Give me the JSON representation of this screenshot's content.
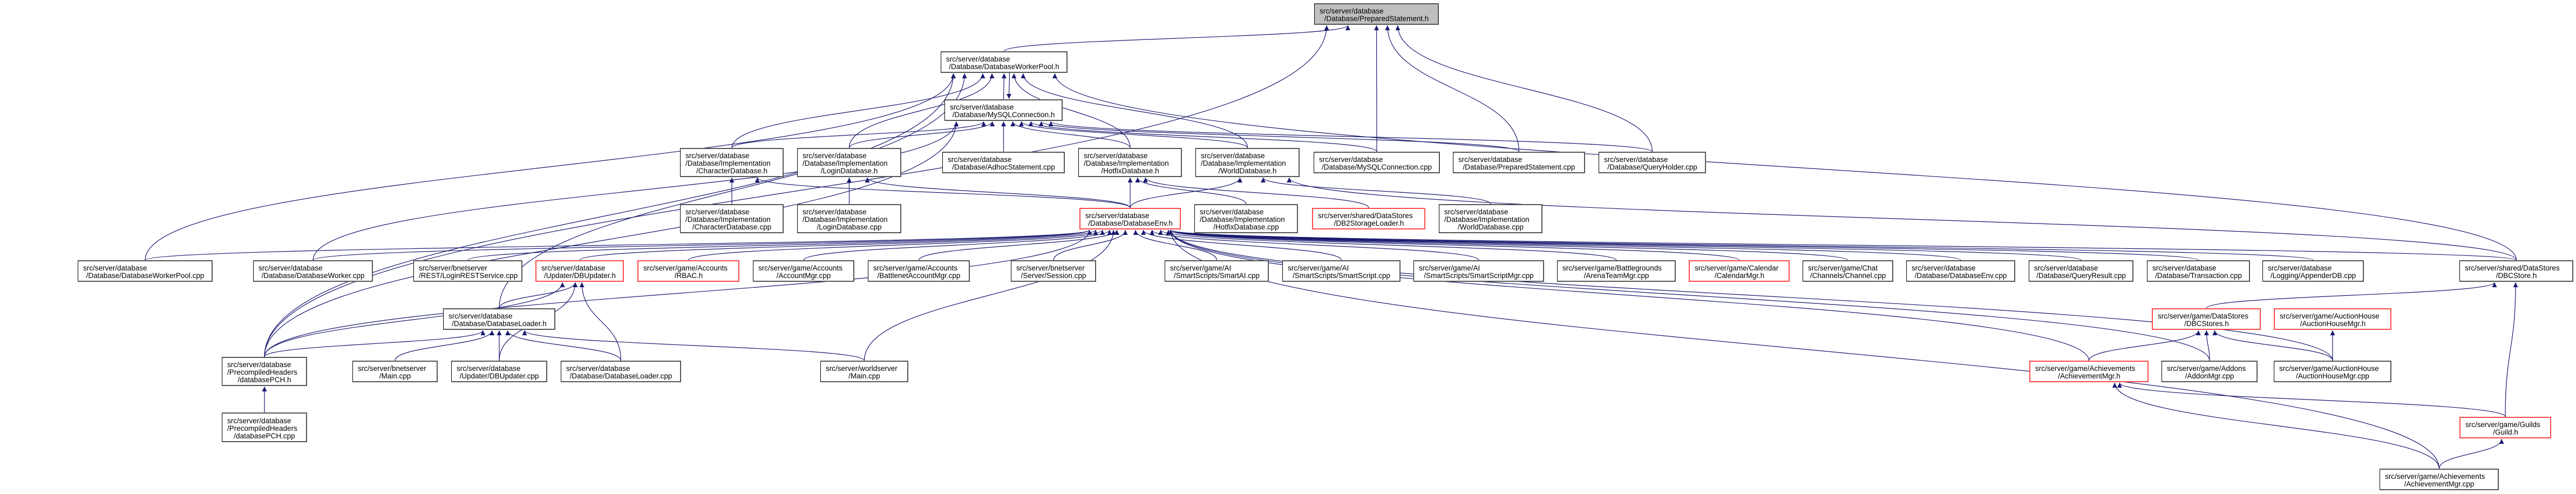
{
  "graph": {
    "colors": {
      "edge": "#191970",
      "root_fill": "#bfbfbf",
      "truncated_border": "#ff4a4a",
      "node_border": "#000000"
    },
    "nodes": [
      {
        "id": "prepared_h",
        "type": "root",
        "lines": [
          "src/server/database",
          "/Database/PreparedStatement.h"
        ]
      },
      {
        "id": "workerpool_h",
        "type": "normal",
        "lines": [
          "src/server/database",
          "/Database/DatabaseWorkerPool.h"
        ]
      },
      {
        "id": "mysqlconn_h",
        "type": "normal",
        "lines": [
          "src/server/database",
          "/Database/MySQLConnection.h"
        ]
      },
      {
        "id": "chardb_h",
        "type": "normal",
        "lines": [
          "src/server/database",
          "/Database/Implementation",
          "/CharacterDatabase.h"
        ]
      },
      {
        "id": "logindb_h",
        "type": "normal",
        "lines": [
          "src/server/database",
          "/Database/Implementation",
          "/LoginDatabase.h"
        ]
      },
      {
        "id": "adhoc_cpp",
        "type": "normal",
        "lines": [
          "src/server/database",
          "/Database/AdhocStatement.cpp"
        ]
      },
      {
        "id": "hotfixdb_h",
        "type": "normal",
        "lines": [
          "src/server/database",
          "/Database/Implementation",
          "/HotfixDatabase.h"
        ]
      },
      {
        "id": "worlddb_h",
        "type": "normal",
        "lines": [
          "src/server/database",
          "/Database/Implementation",
          "/WorldDatabase.h"
        ]
      },
      {
        "id": "mysqlconn_cpp",
        "type": "normal",
        "lines": [
          "src/server/database",
          "/Database/MySQLConnection.cpp"
        ]
      },
      {
        "id": "prepared_cpp",
        "type": "normal",
        "lines": [
          "src/server/database",
          "/Database/PreparedStatement.cpp"
        ]
      },
      {
        "id": "queryholder_cpp",
        "type": "normal",
        "lines": [
          "src/server/database",
          "/Database/QueryHolder.cpp"
        ]
      },
      {
        "id": "chardb_cpp",
        "type": "normal",
        "lines": [
          "src/server/database",
          "/Database/Implementation",
          "/CharacterDatabase.cpp"
        ]
      },
      {
        "id": "logindb_cpp",
        "type": "normal",
        "lines": [
          "src/server/database",
          "/Database/Implementation",
          "/LoginDatabase.cpp"
        ]
      },
      {
        "id": "dbenv_h",
        "type": "truncated",
        "lines": [
          "src/server/database",
          "/Database/DatabaseEnv.h"
        ]
      },
      {
        "id": "hotfixdb_cpp",
        "type": "normal",
        "lines": [
          "src/server/database",
          "/Database/Implementation",
          "/HotfixDatabase.cpp"
        ]
      },
      {
        "id": "db2storage_h",
        "type": "truncated",
        "lines": [
          "src/server/shared/DataStores",
          "/DB2StorageLoader.h"
        ]
      },
      {
        "id": "worlddb_cpp",
        "type": "normal",
        "lines": [
          "src/server/database",
          "/Database/Implementation",
          "/WorldDatabase.cpp"
        ]
      },
      {
        "id": "workerpool_cpp",
        "type": "normal",
        "lines": [
          "src/server/database",
          "/Database/DatabaseWorkerPool.cpp"
        ]
      },
      {
        "id": "worker_cpp",
        "type": "normal",
        "lines": [
          "src/server/database",
          "/Database/DatabaseWorker.cpp"
        ]
      },
      {
        "id": "loginrest_cpp",
        "type": "normal",
        "lines": [
          "src/server/bnetserver",
          "/REST/LoginRESTService.cpp"
        ]
      },
      {
        "id": "dbupdater_h",
        "type": "truncated",
        "lines": [
          "src/server/database",
          "/Updater/DBUpdater.h"
        ]
      },
      {
        "id": "rbac_h",
        "type": "truncated",
        "lines": [
          "src/server/game/Accounts",
          "/RBAC.h"
        ]
      },
      {
        "id": "accountmgr_cpp",
        "type": "normal",
        "lines": [
          "src/server/game/Accounts",
          "/AccountMgr.cpp"
        ]
      },
      {
        "id": "bnetaccountmgr_cpp",
        "type": "normal",
        "lines": [
          "src/server/game/Accounts",
          "/BattlenetAccountMgr.cpp"
        ]
      },
      {
        "id": "session_cpp",
        "type": "normal",
        "lines": [
          "src/server/bnetserver",
          "/Server/Session.cpp"
        ]
      },
      {
        "id": "smartai_cpp",
        "type": "normal",
        "lines": [
          "src/server/game/AI",
          "/SmartScripts/SmartAI.cpp"
        ]
      },
      {
        "id": "smartscript_cpp",
        "type": "normal",
        "lines": [
          "src/server/game/AI",
          "/SmartScripts/SmartScript.cpp"
        ]
      },
      {
        "id": "smartscriptmgr_cpp",
        "type": "normal",
        "lines": [
          "src/server/game/AI",
          "/SmartScripts/SmartScriptMgr.cpp"
        ]
      },
      {
        "id": "arenateammgr_cpp",
        "type": "normal",
        "lines": [
          "src/server/game/Battlegrounds",
          "/ArenaTeamMgr.cpp"
        ]
      },
      {
        "id": "calendarmgr_h",
        "type": "truncated",
        "lines": [
          "src/server/game/Calendar",
          "/CalendarMgr.h"
        ]
      },
      {
        "id": "channel_cpp",
        "type": "normal",
        "lines": [
          "src/server/game/Chat",
          "/Channels/Channel.cpp"
        ]
      },
      {
        "id": "dbenv_cpp",
        "type": "normal",
        "lines": [
          "src/server/database",
          "/Database/DatabaseEnv.cpp"
        ]
      },
      {
        "id": "queryresult_cpp",
        "type": "normal",
        "lines": [
          "src/server/database",
          "/Database/QueryResult.cpp"
        ]
      },
      {
        "id": "transaction_cpp",
        "type": "normal",
        "lines": [
          "src/server/database",
          "/Database/Transaction.cpp"
        ]
      },
      {
        "id": "appenderdb_cpp",
        "type": "normal",
        "lines": [
          "src/server/database",
          "/Logging/AppenderDB.cpp"
        ]
      },
      {
        "id": "dbcstore_h",
        "type": "normal",
        "lines": [
          "src/server/shared/DataStores",
          "/DBCStore.h"
        ]
      },
      {
        "id": "dbloader_h",
        "type": "normal",
        "lines": [
          "src/server/database",
          "/Database/DatabaseLoader.h"
        ]
      },
      {
        "id": "dbcstores_h",
        "type": "truncated",
        "lines": [
          "src/server/game/DataStores",
          "/DBCStores.h"
        ]
      },
      {
        "id": "auctionhousemgr_h",
        "type": "truncated",
        "lines": [
          "src/server/game/AuctionHouse",
          "/AuctionHouseMgr.h"
        ]
      },
      {
        "id": "pch_h",
        "type": "normal",
        "lines": [
          "src/server/database",
          "/PrecompiledHeaders",
          "/databasePCH.h"
        ]
      },
      {
        "id": "bnet_main_cpp",
        "type": "normal",
        "lines": [
          "src/server/bnetserver",
          "/Main.cpp"
        ]
      },
      {
        "id": "dbupdater_cpp",
        "type": "normal",
        "lines": [
          "src/server/database",
          "/Updater/DBUpdater.cpp"
        ]
      },
      {
        "id": "dbloader_cpp",
        "type": "normal",
        "lines": [
          "src/server/database",
          "/Database/DatabaseLoader.cpp"
        ]
      },
      {
        "id": "world_main_cpp",
        "type": "normal",
        "lines": [
          "src/server/worldserver",
          "/Main.cpp"
        ]
      },
      {
        "id": "achievementmgr_h",
        "type": "truncated",
        "lines": [
          "src/server/game/Achievements",
          "/AchievementMgr.h"
        ]
      },
      {
        "id": "addonmgr_cpp",
        "type": "normal",
        "lines": [
          "src/server/game/Addons",
          "/AddonMgr.cpp"
        ]
      },
      {
        "id": "auctionhousemgr_cpp",
        "type": "normal",
        "lines": [
          "src/server/game/AuctionHouse",
          "/AuctionHouseMgr.cpp"
        ]
      },
      {
        "id": "pch_cpp",
        "type": "normal",
        "lines": [
          "src/server/database",
          "/PrecompiledHeaders",
          "/databasePCH.cpp"
        ]
      },
      {
        "id": "guild_h",
        "type": "truncated",
        "lines": [
          "src/server/game/Guilds",
          "/Guild.h"
        ]
      },
      {
        "id": "achievementmgr_cpp",
        "type": "normal",
        "lines": [
          "src/server/game/Achievements",
          "/AchievementMgr.cpp"
        ]
      }
    ],
    "edges": [
      [
        "workerpool_h",
        "prepared_h"
      ],
      [
        "mysqlconn_cpp",
        "prepared_h"
      ],
      [
        "prepared_cpp",
        "prepared_h"
      ],
      [
        "queryholder_cpp",
        "prepared_h"
      ],
      [
        "pch_h",
        "prepared_h"
      ],
      [
        "mysqlconn_h",
        "workerpool_h"
      ],
      [
        "workerpool_h",
        "mysqlconn_h"
      ],
      [
        "chardb_h",
        "workerpool_h"
      ],
      [
        "logindb_h",
        "workerpool_h"
      ],
      [
        "hotfixdb_h",
        "workerpool_h"
      ],
      [
        "worlddb_h",
        "workerpool_h"
      ],
      [
        "workerpool_cpp",
        "workerpool_h"
      ],
      [
        "pch_h",
        "workerpool_h"
      ],
      [
        "dbloader_h",
        "workerpool_h"
      ],
      [
        "dbcstore_h",
        "workerpool_h"
      ],
      [
        "chardb_h",
        "mysqlconn_h"
      ],
      [
        "logindb_h",
        "mysqlconn_h"
      ],
      [
        "adhoc_cpp",
        "mysqlconn_h"
      ],
      [
        "hotfixdb_h",
        "mysqlconn_h"
      ],
      [
        "worlddb_h",
        "mysqlconn_h"
      ],
      [
        "mysqlconn_cpp",
        "mysqlconn_h"
      ],
      [
        "prepared_cpp",
        "mysqlconn_h"
      ],
      [
        "queryholder_cpp",
        "mysqlconn_h"
      ],
      [
        "worker_cpp",
        "mysqlconn_h"
      ],
      [
        "pch_h",
        "mysqlconn_h"
      ],
      [
        "chardb_cpp",
        "chardb_h"
      ],
      [
        "dbenv_h",
        "chardb_h"
      ],
      [
        "logindb_cpp",
        "logindb_h"
      ],
      [
        "dbenv_h",
        "logindb_h"
      ],
      [
        "dbenv_h",
        "hotfixdb_h"
      ],
      [
        "hotfixdb_cpp",
        "hotfixdb_h"
      ],
      [
        "db2storage_h",
        "hotfixdb_h"
      ],
      [
        "dbenv_h",
        "worlddb_h"
      ],
      [
        "worlddb_cpp",
        "worlddb_h"
      ],
      [
        "dbcstore_h",
        "worlddb_h"
      ],
      [
        "workerpool_cpp",
        "dbenv_h"
      ],
      [
        "worker_cpp",
        "dbenv_h"
      ],
      [
        "loginrest_cpp",
        "dbenv_h"
      ],
      [
        "dbupdater_h",
        "dbenv_h"
      ],
      [
        "rbac_h",
        "dbenv_h"
      ],
      [
        "accountmgr_cpp",
        "dbenv_h"
      ],
      [
        "bnetaccountmgr_cpp",
        "dbenv_h"
      ],
      [
        "session_cpp",
        "dbenv_h"
      ],
      [
        "smartai_cpp",
        "dbenv_h"
      ],
      [
        "smartscript_cpp",
        "dbenv_h"
      ],
      [
        "smartscriptmgr_cpp",
        "dbenv_h"
      ],
      [
        "arenateammgr_cpp",
        "dbenv_h"
      ],
      [
        "calendarmgr_h",
        "dbenv_h"
      ],
      [
        "channel_cpp",
        "dbenv_h"
      ],
      [
        "dbenv_cpp",
        "dbenv_h"
      ],
      [
        "queryresult_cpp",
        "dbenv_h"
      ],
      [
        "transaction_cpp",
        "dbenv_h"
      ],
      [
        "appenderdb_cpp",
        "dbenv_h"
      ],
      [
        "dbcstore_h",
        "dbenv_h"
      ],
      [
        "pch_h",
        "dbenv_h"
      ],
      [
        "world_main_cpp",
        "dbenv_h"
      ],
      [
        "achievementmgr_h",
        "dbenv_h"
      ],
      [
        "addonmgr_cpp",
        "dbenv_h"
      ],
      [
        "auctionhousemgr_cpp",
        "dbenv_h"
      ],
      [
        "achievementmgr_cpp",
        "dbenv_h"
      ],
      [
        "dbloader_h",
        "dbupdater_h"
      ],
      [
        "dbupdater_cpp",
        "dbupdater_h"
      ],
      [
        "dbloader_cpp",
        "dbupdater_h"
      ],
      [
        "pch_h",
        "dbupdater_h"
      ],
      [
        "pch_h",
        "dbloader_h"
      ],
      [
        "bnet_main_cpp",
        "dbloader_h"
      ],
      [
        "dbupdater_cpp",
        "dbloader_h"
      ],
      [
        "dbloader_cpp",
        "dbloader_h"
      ],
      [
        "world_main_cpp",
        "dbloader_h"
      ],
      [
        "pch_cpp",
        "pch_h"
      ],
      [
        "dbcstores_h",
        "dbcstore_h"
      ],
      [
        "achievementmgr_h",
        "dbcstores_h"
      ],
      [
        "addonmgr_cpp",
        "dbcstores_h"
      ],
      [
        "auctionhousemgr_cpp",
        "dbcstores_h"
      ],
      [
        "auctionhousemgr_cpp",
        "auctionhousemgr_h"
      ],
      [
        "achievementmgr_cpp",
        "achievementmgr_h"
      ],
      [
        "guild_h",
        "achievementmgr_h"
      ],
      [
        "achievementmgr_cpp",
        "guild_h"
      ],
      [
        "guild_h",
        "dbcstore_h"
      ]
    ]
  }
}
